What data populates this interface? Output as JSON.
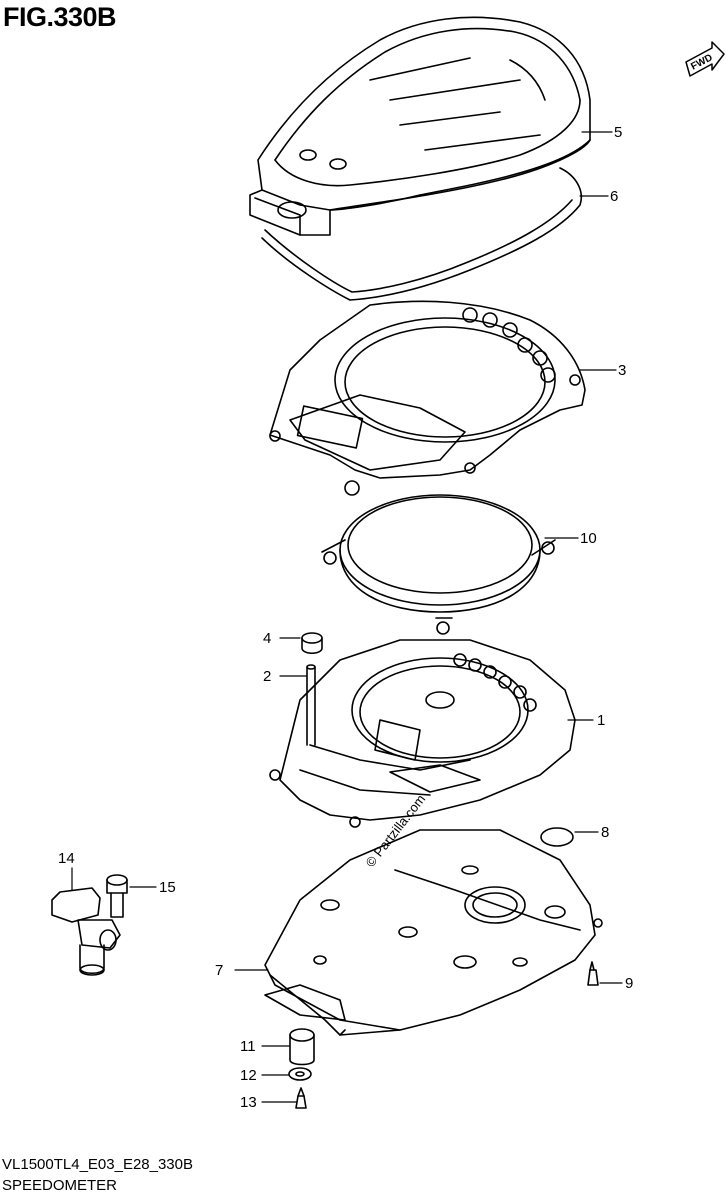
{
  "figure": {
    "title": "FIG.330B",
    "direction_marker": "FWD",
    "code": "VL1500TL4_E03_E28_330B",
    "name": "SPEEDOMETER",
    "watermark": "© Partzilla.com"
  },
  "parts": [
    {
      "id": "p5",
      "label": "5"
    },
    {
      "id": "p6",
      "label": "6"
    },
    {
      "id": "p3",
      "label": "3"
    },
    {
      "id": "p10",
      "label": "10"
    },
    {
      "id": "p4",
      "label": "4"
    },
    {
      "id": "p2",
      "label": "2"
    },
    {
      "id": "p1",
      "label": "1"
    },
    {
      "id": "p8",
      "label": "8"
    },
    {
      "id": "p14",
      "label": "14"
    },
    {
      "id": "p15",
      "label": "15"
    },
    {
      "id": "p7",
      "label": "7"
    },
    {
      "id": "p9",
      "label": "9"
    },
    {
      "id": "p11",
      "label": "11"
    },
    {
      "id": "p12",
      "label": "12"
    },
    {
      "id": "p13",
      "label": "13"
    }
  ]
}
